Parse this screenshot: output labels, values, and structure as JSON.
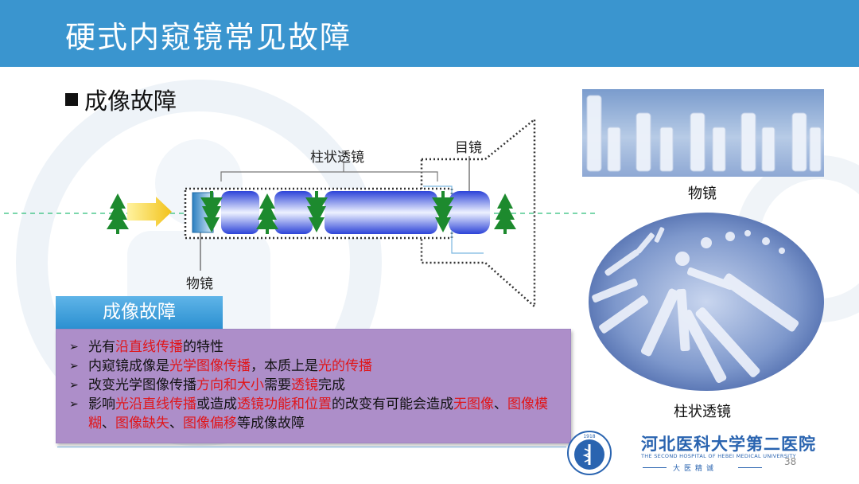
{
  "slide": {
    "title": "硬式内窥镜常见故障",
    "section_heading": "成像故障",
    "page_number": "38"
  },
  "diagram": {
    "label_rod_lens": "柱状透镜",
    "label_eyepiece": "目镜",
    "label_objective": "物镜"
  },
  "tag_label": "成像故障",
  "bullets": [
    [
      {
        "t": "光有",
        "red": false
      },
      {
        "t": "沿直线传播",
        "red": true
      },
      {
        "t": "的特性",
        "red": false
      }
    ],
    [
      {
        "t": "内窥镜成像是",
        "red": false
      },
      {
        "t": "光学图像传播",
        "red": true
      },
      {
        "t": "，本质上是",
        "red": false
      },
      {
        "t": "光的传播",
        "red": true
      }
    ],
    [
      {
        "t": "改变光学图像传播",
        "red": false
      },
      {
        "t": "方向和大小",
        "red": true
      },
      {
        "t": "需要",
        "red": false
      },
      {
        "t": "透镜",
        "red": true
      },
      {
        "t": "完成",
        "red": false
      }
    ],
    [
      {
        "t": "影响",
        "red": false
      },
      {
        "t": "光沿直线传播",
        "red": true
      },
      {
        "t": "或造成",
        "red": false
      },
      {
        "t": "透镜功能和位置",
        "red": true
      },
      {
        "t": "的改变有可能会造成",
        "red": false
      },
      {
        "t": "无图像",
        "red": true
      },
      {
        "t": "、",
        "red": false
      },
      {
        "t": "图像模糊",
        "red": true
      },
      {
        "t": "、",
        "red": false
      },
      {
        "t": "图像缺失",
        "red": true
      },
      {
        "t": "、",
        "red": false
      },
      {
        "t": "图像偏移",
        "red": true
      },
      {
        "t": "等成像故障",
        "red": false
      }
    ]
  ],
  "photos": {
    "caption_top": "物镜",
    "caption_bottom": "柱状透镜"
  },
  "hospital": {
    "name_cn": "河北医科大学第二医院",
    "name_en": "THE SECOND HOSPITAL OF HEBEI MEDICAL UNIVERSITY",
    "motto": "大医精诚",
    "year": "1918"
  },
  "colors": {
    "title_bar": "#3a95cf",
    "highlight": "#e0161a",
    "text_box": "#ad8ec9",
    "tag": "#2a8fd0"
  }
}
